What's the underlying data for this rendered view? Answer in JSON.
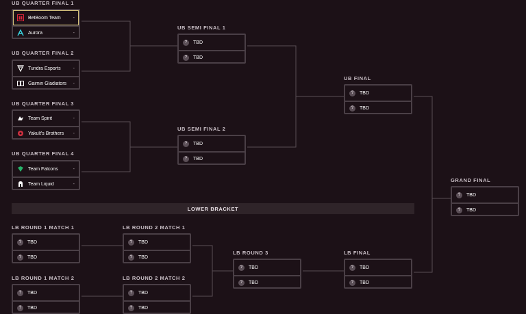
{
  "labels": {
    "ubqf1": "UB QUARTER FINAL 1",
    "ubqf2": "UB QUARTER FINAL 2",
    "ubqf3": "UB QUARTER FINAL 3",
    "ubqf4": "UB QUARTER FINAL 4",
    "ubsf1": "UB SEMI FINAL 1",
    "ubsf2": "UB SEMI FINAL 2",
    "ubf": "UB FINAL",
    "gf": "GRAND FINAL",
    "lower": "LOWER BRACKET",
    "lbr1m1": "LB ROUND 1 MATCH 1",
    "lbr1m2": "LB ROUND 1 MATCH 2",
    "lbr2m1": "LB ROUND 2 MATCH 1",
    "lbr2m2": "LB ROUND 2 MATCH 2",
    "lbr3": "LB ROUND 3",
    "lbf": "LB FINAL"
  },
  "teams": {
    "betboom": "BetBoom Team",
    "aurora": "Aurora",
    "tundra": "Tundra Esports",
    "gaimin": "Gaimin Gladiators",
    "spirit": "Team Spirit",
    "yakult": "Yakult's Brothers",
    "falcons": "Team Falcons",
    "liquid": "Team Liquid"
  },
  "tbd": "TBD",
  "tbd_icon": "?",
  "score_placeholder": "-",
  "colors": {
    "background": "#1c1117",
    "border": "#4a3f46",
    "highlight": "#d6c27a",
    "betboom": "#e0263b",
    "aurora": "#3ad4e0",
    "falcons": "#27b36a"
  }
}
